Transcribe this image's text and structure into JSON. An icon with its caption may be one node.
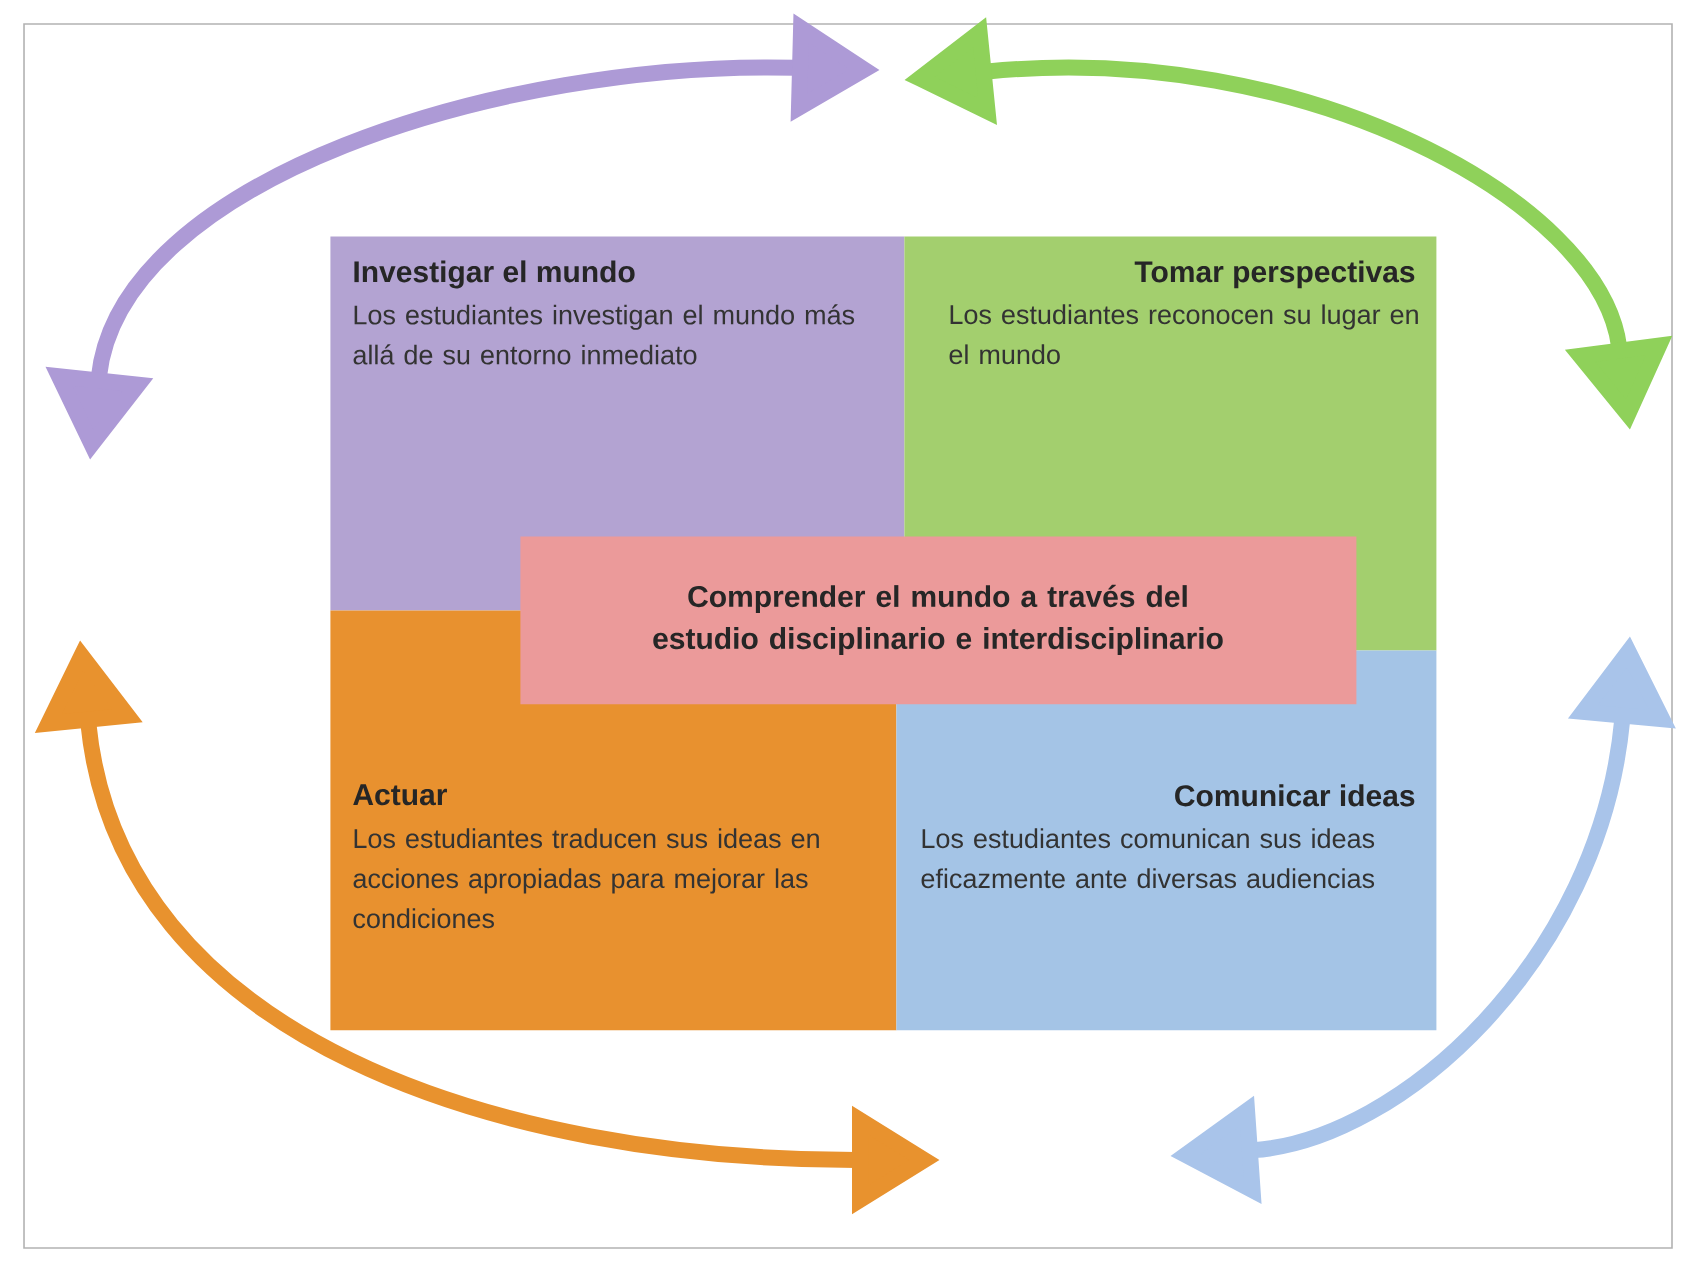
{
  "diagram": {
    "nodes": [
      {
        "text": [
          "Investigar el mundo",
          "Los estudiantes investigan el mundo más allá de su entorno inmediato"
        ]
      },
      {
        "text": [
          "Tomar perspectivas",
          "Los estudiantes reconocen su lugar en el mundo"
        ]
      },
      {
        "text": [
          "Comprender el mundo a través  del estudio disciplinario e interdisciplinario"
        ]
      },
      {
        "text": [
          "Actuar",
          "Los estudiantes traducen sus ideas en acciones apropiadas para mejorar las condiciones"
        ]
      },
      {
        "text": [
          "Comunicar ideas",
          "Los estudiantes comunican sus ideas eficazmente ante diversas audiencias"
        ]
      }
    ]
  }
}
